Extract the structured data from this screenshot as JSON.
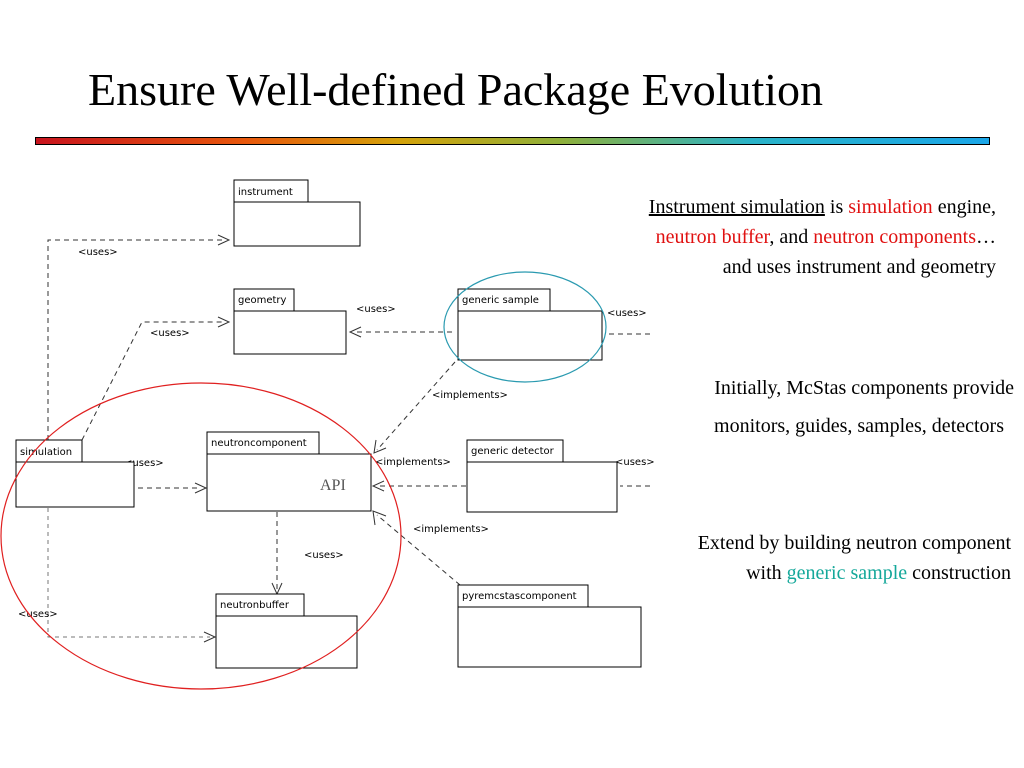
{
  "title": "Ensure Well-defined Package Evolution",
  "diagram": {
    "packages": {
      "instrument": "instrument",
      "geometry": "geometry",
      "generic_sample": "generic sample",
      "simulation": "simulation",
      "neutroncomponent": "neutroncomponent",
      "generic_detector": "generic detector",
      "neutronbuffer": "neutronbuffer",
      "pyremcstascomponent": "pyremcstascomponent"
    },
    "api_label": "API",
    "labels": {
      "uses": "<uses>",
      "implements": "<implements>"
    },
    "highlight_colors": {
      "red_circle": "#e02020",
      "teal_circle": "#2a9ab0"
    }
  },
  "text": {
    "block1": {
      "line1": {
        "u": "Instrument simulation",
        "t1": " is ",
        "r1": "simulation",
        "t2": " engine,"
      },
      "line2": {
        "r1": "neutron buffer",
        "t1": ", and ",
        "r2": "neutron components",
        "t2": "…"
      },
      "line3": "and uses instrument and geometry"
    },
    "block2": {
      "line1": "Initially, McStas components provide",
      "line2": "monitors, guides, samples, detectors"
    },
    "block3": {
      "line1": "Extend by building neutron component",
      "line2": {
        "t1": "with ",
        "teal": "generic sample",
        "t2": " construction"
      }
    }
  },
  "colors": {
    "accent_red": "#e01010",
    "accent_teal": "#14a89a"
  }
}
